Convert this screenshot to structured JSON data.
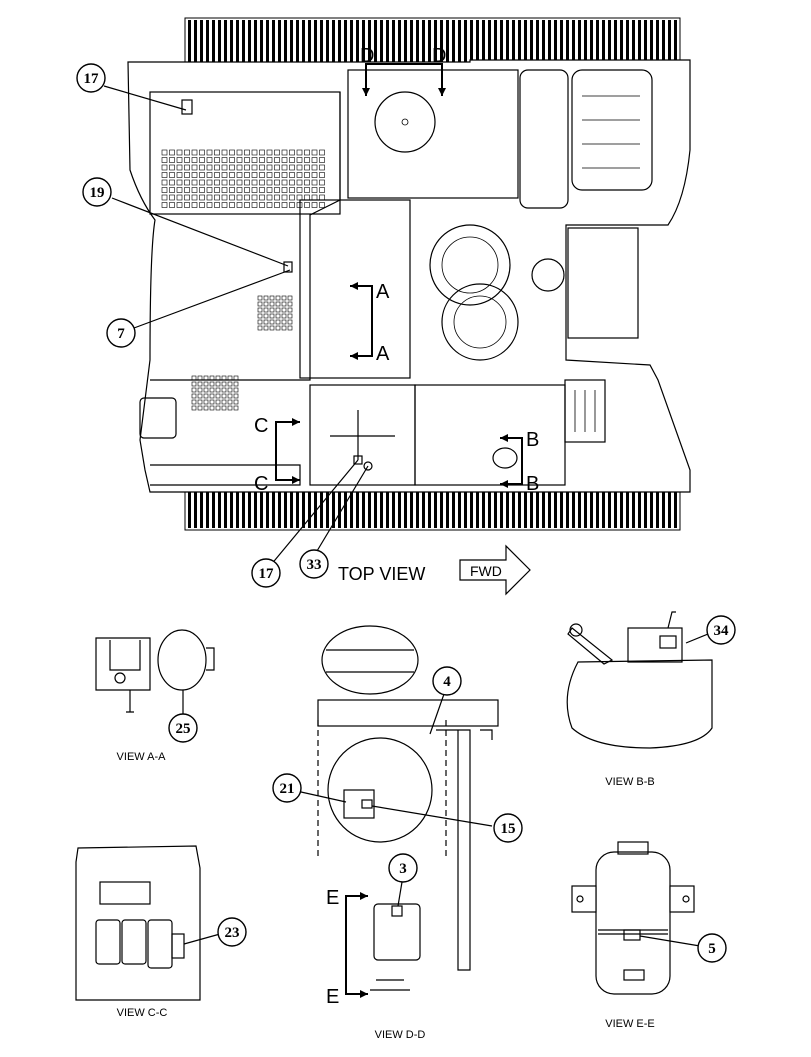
{
  "top_view": {
    "title": "TOP VIEW",
    "direction_label": "FWD",
    "section_letters": {
      "d": "D",
      "a": "A",
      "c": "C",
      "b": "B"
    },
    "callouts": {
      "c17_top": "17",
      "c19": "19",
      "c7": "7",
      "c17_bottom": "17",
      "c33": "33"
    }
  },
  "view_aa": {
    "caption": "VIEW A-A",
    "callout": "25"
  },
  "view_bb": {
    "caption": "VIEW B-B",
    "callout": "34"
  },
  "view_cc": {
    "caption": "VIEW C-C",
    "callout": "23"
  },
  "view_dd": {
    "caption": "VIEW D-D",
    "callouts": {
      "c4": "4",
      "c21": "21",
      "c15": "15",
      "c3": "3"
    },
    "section_letter": "E"
  },
  "view_ee": {
    "caption": "VIEW E-E",
    "callout": "5"
  }
}
